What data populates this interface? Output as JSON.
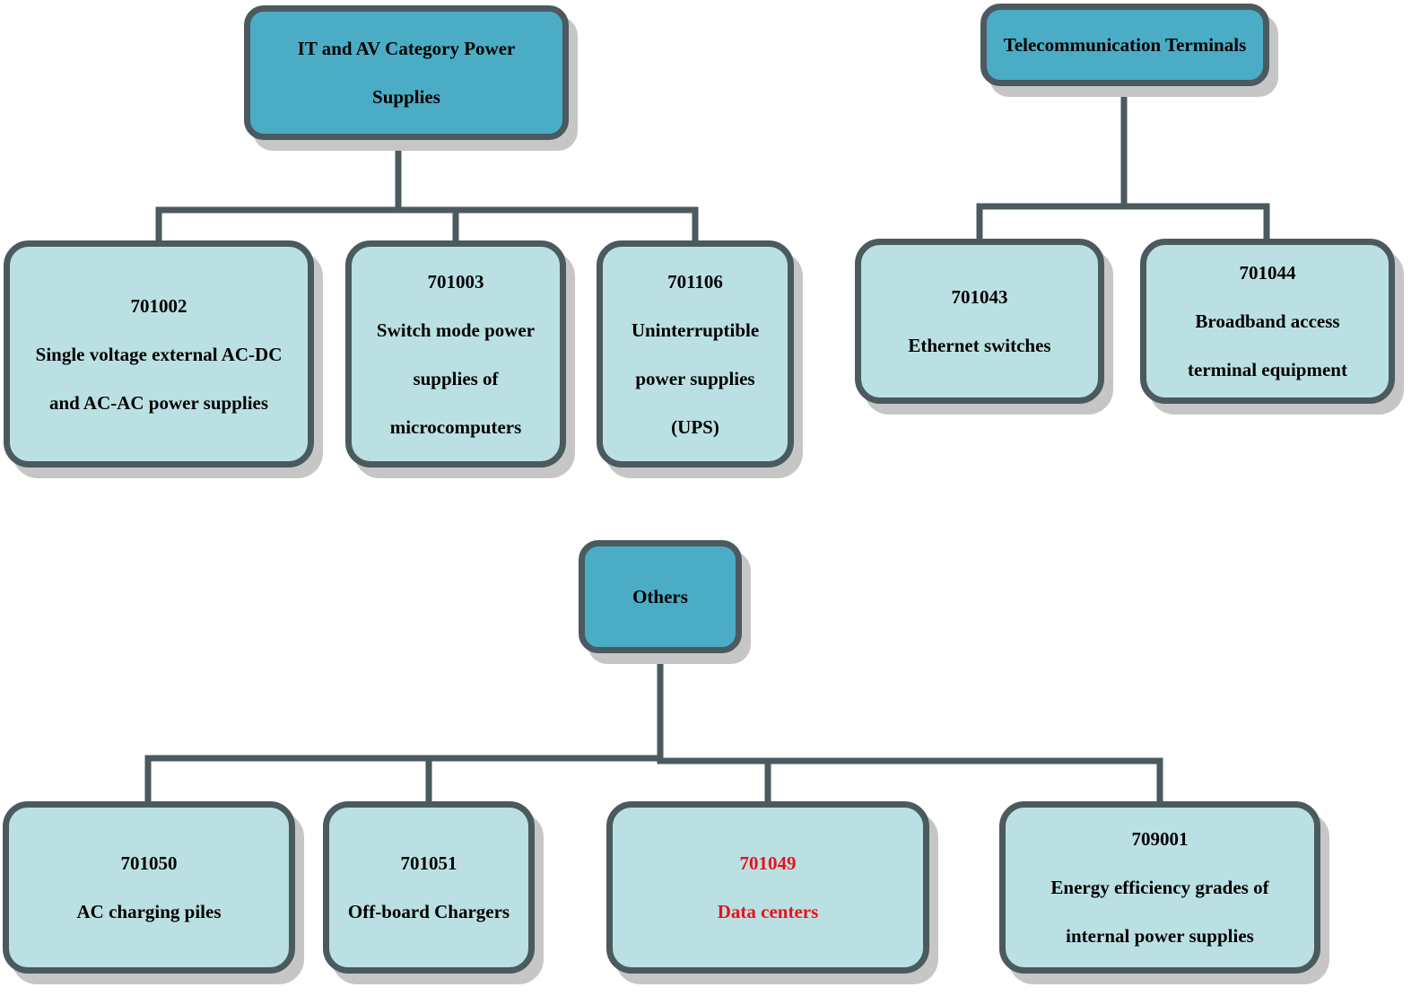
{
  "groups": [
    {
      "title": "IT and AV Category Power Supplies",
      "title_lines": [
        "IT and AV Category Power",
        "Supplies"
      ],
      "items": [
        {
          "code": "701002",
          "desc_lines": [
            "Single voltage external AC-DC",
            "and AC-AC power supplies"
          ]
        },
        {
          "code": "701003",
          "desc_lines": [
            "Switch mode power",
            "supplies of",
            "microcomputers"
          ]
        },
        {
          "code": "701106",
          "desc_lines": [
            "Uninterruptible",
            "power supplies",
            "(UPS)"
          ]
        }
      ]
    },
    {
      "title": "Telecommunication Terminals",
      "title_lines": [
        "Telecommunication Terminals"
      ],
      "items": [
        {
          "code": "701043",
          "desc_lines": [
            "Ethernet switches"
          ]
        },
        {
          "code": "701044",
          "desc_lines": [
            "Broadband access",
            "terminal equipment"
          ]
        }
      ]
    },
    {
      "title": "Others",
      "title_lines": [
        "Others"
      ],
      "items": [
        {
          "code": "701050",
          "desc_lines": [
            "AC charging piles"
          ]
        },
        {
          "code": "701051",
          "desc_lines": [
            "Off-board Chargers"
          ]
        },
        {
          "code": "701049",
          "desc_lines": [
            "Data centers"
          ],
          "highlight": true
        },
        {
          "code": "709001",
          "desc_lines": [
            "Energy efficiency grades of",
            "internal power supplies"
          ]
        }
      ]
    }
  ],
  "colors": {
    "header_fill": "#4bacc6",
    "leaf_fill": "#bbe0e3",
    "border": "#4a5a5f",
    "shadow": "#c6c6c6",
    "highlight_text": "#e8121a"
  }
}
